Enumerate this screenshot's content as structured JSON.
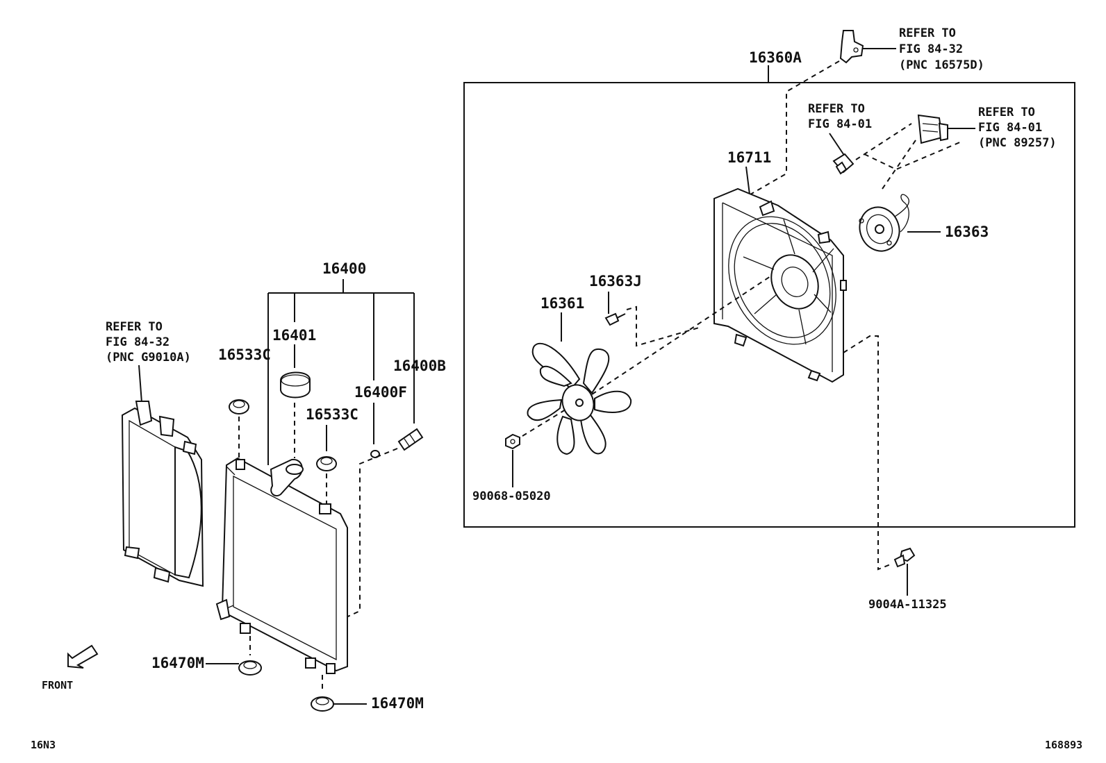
{
  "labels": {
    "assembly_16360A": "16360A",
    "shroud_16711": "16711",
    "motor_16363": "16363",
    "screw_16363J": "16363J",
    "fan_16361": "16361",
    "nut_90068": "90068-05020",
    "bolt_9004A": "9004A-11325",
    "radiator_16400": "16400",
    "cap_16401": "16401",
    "cushion_16533C_a": "16533C",
    "cushion_16533C_b": "16533C",
    "drain_16400F": "16400F",
    "plug_16400B": "16400B",
    "support_16470M_a": "16470M",
    "support_16470M_b": "16470M",
    "front": "FRONT",
    "footer_left": "16N3",
    "footer_right": "168893"
  },
  "refs": {
    "top": [
      "REFER TO",
      "FIG 84-32",
      "(PNC 16575D)"
    ],
    "bolt": [
      "REFER TO",
      "FIG 84-01"
    ],
    "connector": [
      "REFER TO",
      "FIG 84-01",
      "(PNC 89257)"
    ],
    "left": [
      "REFER TO",
      "FIG 84-32",
      "(PNC G9010A)"
    ]
  }
}
